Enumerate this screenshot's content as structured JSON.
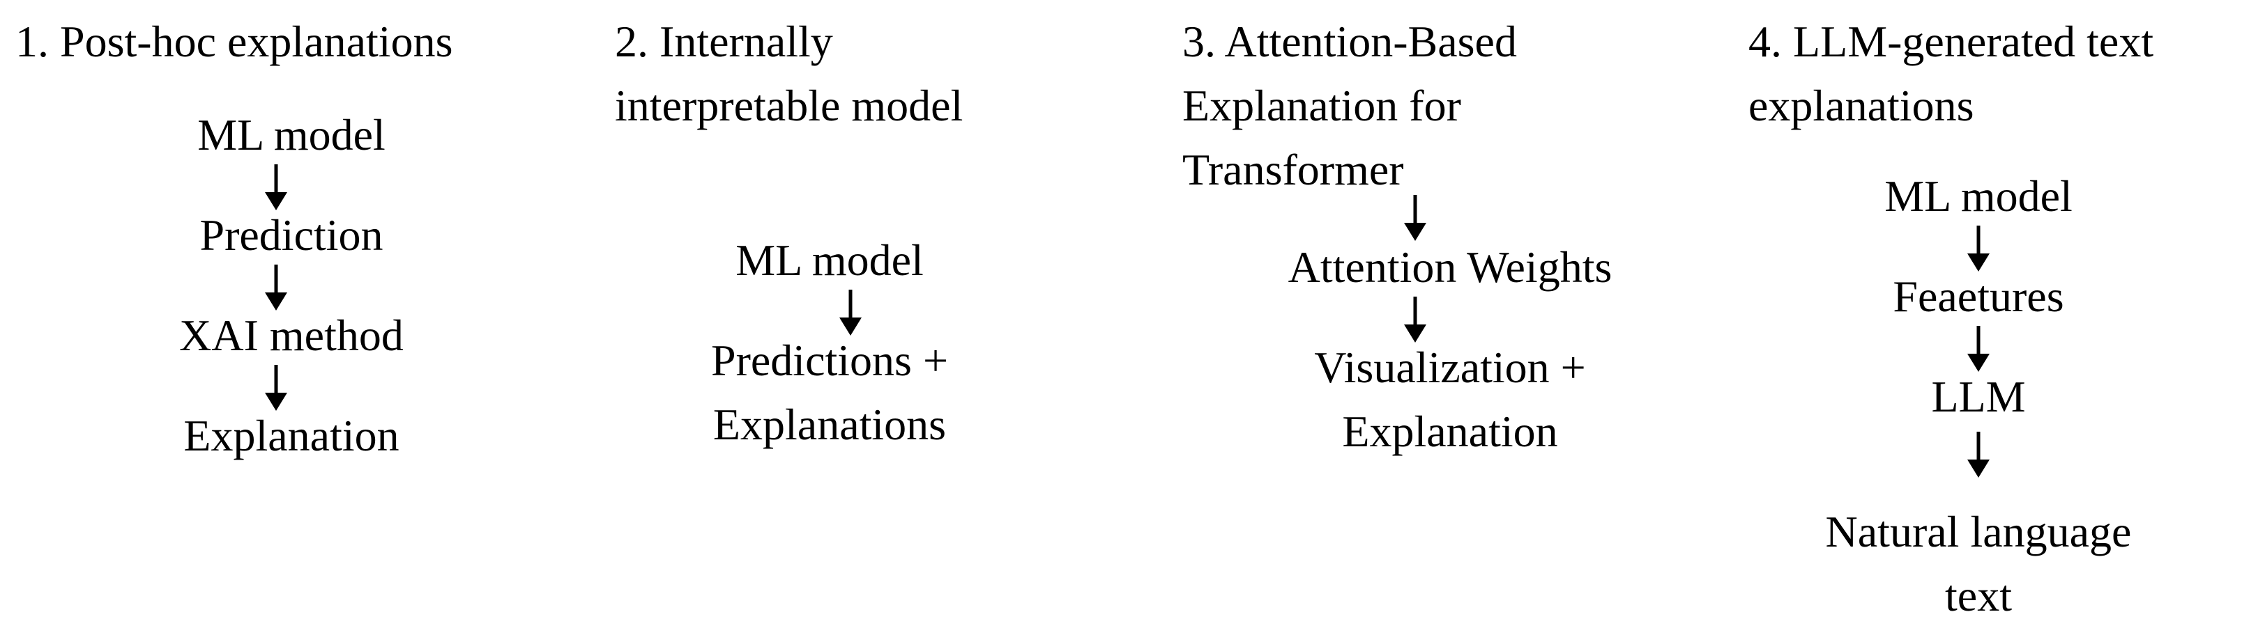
{
  "panels": [
    {
      "title_lines": [
        "1. Post-hoc explanations"
      ],
      "nodes": [
        {
          "lines": [
            "ML model"
          ]
        },
        {
          "lines": [
            "Prediction"
          ]
        },
        {
          "lines": [
            "XAI method"
          ]
        },
        {
          "lines": [
            "Explanation"
          ]
        }
      ]
    },
    {
      "title_lines": [
        "2. Internally",
        "interpretable model"
      ],
      "nodes": [
        {
          "lines": [
            "ML model"
          ]
        },
        {
          "lines": [
            "Predictions +",
            "Explanations"
          ]
        }
      ]
    },
    {
      "title_lines": [
        "3. Attention-Based",
        "Explanation for",
        "Transformer"
      ],
      "nodes": [
        {
          "lines": [
            "Attention Weights"
          ]
        },
        {
          "lines": [
            "Visualization +",
            "Explanation"
          ]
        }
      ]
    },
    {
      "title_lines": [
        "4. LLM-generated text",
        "explanations"
      ],
      "nodes": [
        {
          "lines": [
            "ML model"
          ]
        },
        {
          "lines": [
            "Feaetures"
          ]
        },
        {
          "lines": [
            "LLM"
          ]
        },
        {
          "lines": [
            "Natural language",
            "text"
          ]
        }
      ]
    }
  ]
}
